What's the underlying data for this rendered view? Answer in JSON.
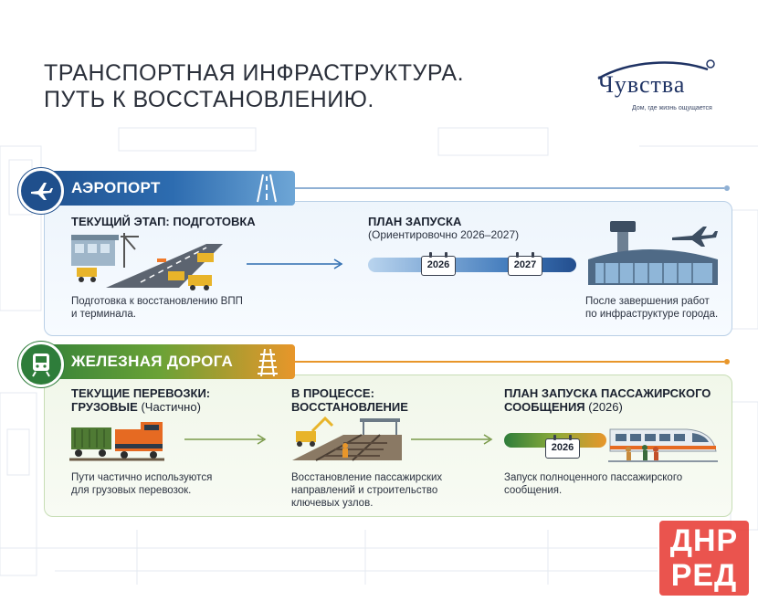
{
  "header": {
    "title_line1": "ТРАНСПОРТНАЯ ИНФРАСТРУКТУРА.",
    "title_line2": "ПУТЬ К ВОССТАНОВЛЕНИЮ.",
    "logo_text": "Чувства",
    "logo_tagline": "Дом, где жизнь ощущается"
  },
  "airport": {
    "title": "АЭРОПОРТ",
    "current_stage_heading": "ТЕКУЩИЙ ЭТАП: ПОДГОТОВКА",
    "current_stage_text_1": "Подготовка к восстановлению ВПП",
    "current_stage_text_2": "и терминала.",
    "plan_heading": "ПЛАН ЗАПУСКА",
    "plan_sub": "(Ориентировочно 2026–2027)",
    "years": [
      "2026",
      "2027"
    ],
    "after_text_1": "После завершения работ",
    "after_text_2": "по инфраструктуре города."
  },
  "rail": {
    "title": "ЖЕЛЕЗНАЯ ДОРОГА",
    "current_heading_1": "ТЕКУЩИЕ ПЕРЕВОЗКИ:",
    "current_heading_2": "ГРУЗОВЫЕ",
    "current_heading_note": "(Частично)",
    "current_text_1": "Пути частично используются",
    "current_text_2": "для грузовых перевозок.",
    "process_heading_1": "В ПРОЦЕССЕ:",
    "process_heading_2": "ВОССТАНОВЛЕНИЕ",
    "process_text_1": "Восстановление пассажирских",
    "process_text_2": "направлений и строительство",
    "process_text_3": "ключевых узлов.",
    "plan_heading_1": "ПЛАН ЗАПУСКА ПАССАЖИРСКОГО",
    "plan_heading_2": "СООБЩЕНИЯ",
    "plan_heading_year": "(2026)",
    "year": "2026",
    "plan_text_1": "Запуск полноценного пассажирского",
    "plan_text_2": "сообщения."
  },
  "watermark": {
    "line1": "ДНР",
    "line2": "РЕД"
  },
  "colors": {
    "airport_blue": "#2d6cb0",
    "rail_green": "#2e7d3a",
    "rail_orange": "#e8962a",
    "stamp_red": "#e9463f"
  },
  "icons": [
    "airplane-icon",
    "runway-icon",
    "train-icon",
    "rail-track-icon"
  ]
}
